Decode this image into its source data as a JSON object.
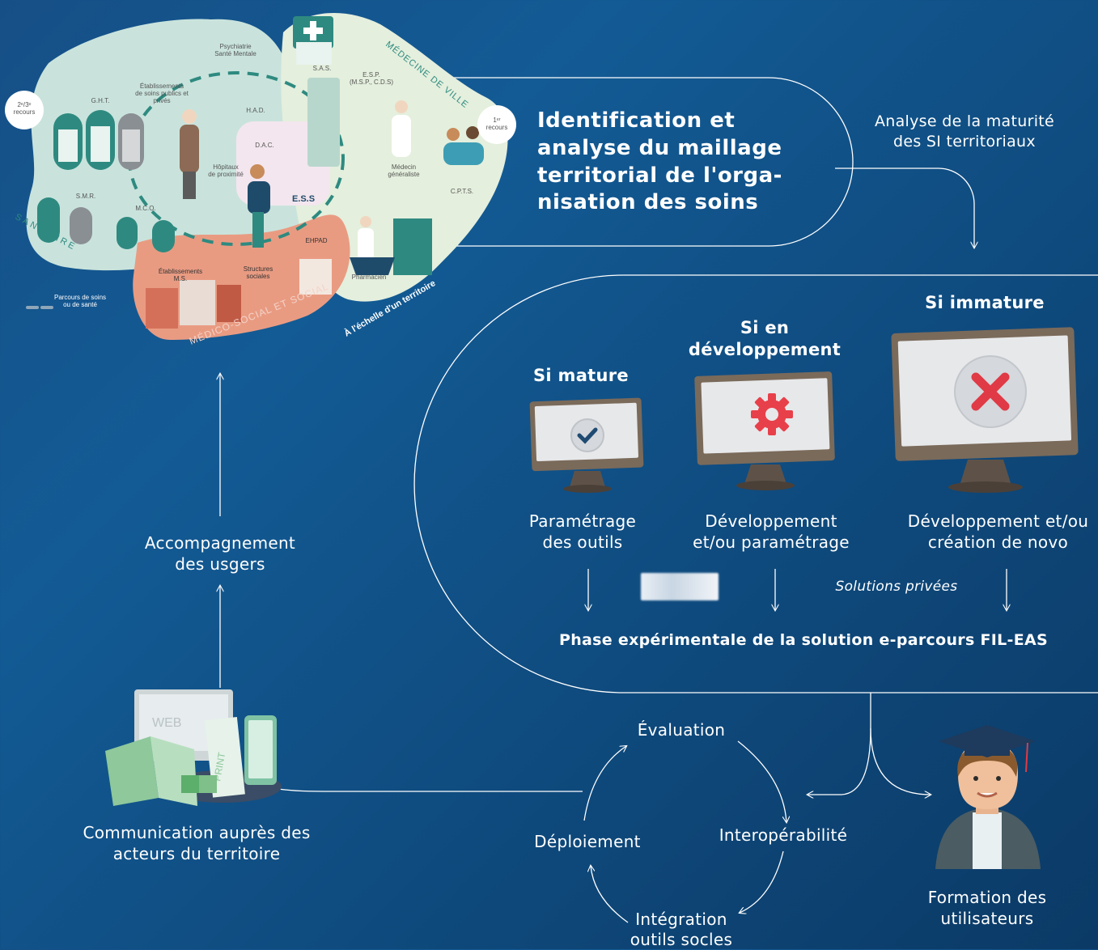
{
  "map": {
    "psychiatrie": "Psychiatrie\nSanté Mentale",
    "sas": "S.A.S.",
    "esp": "E.S.P.\n(M.S.P., C.D.S)",
    "etablissements": "Établissements\nde soins publics et\nprivés",
    "ght": "G.H.T.",
    "had": "H.A.D.",
    "recours23": "2ᵉ/3ᵉ\nrecours",
    "recours1": "1ᵉʳ\nrecours",
    "dac": "D.A.C.",
    "hopitaux": "Hôpitaux\nde proximité",
    "ess": "E.S.S",
    "medecin": "Médecin\ngénéraliste",
    "cpts": "C.P.T.S.",
    "smr": "S.M.R.",
    "mco": "M.C.O.",
    "ehpad": "EHPAD",
    "etab_ms": "Établissements\nM.S.",
    "structures": "Structures\nsociales",
    "pharmacien": "Pharmacien",
    "sanitaire": "SANITAIRE",
    "medecine_ville": "MÉDECINE DE VILLE",
    "medico_social": "MÉDICO-SOCIAL ET SOCIAL",
    "echelle": "À l'échelle d'un territoire",
    "parcours": "Parcours de soins\nou de santé"
  },
  "identification": "Identification et\nanalyse du maillage\nterritorial de l'orga-\nnisation des soins",
  "analyse": "Analyse de la maturité\ndes SI territoriaux",
  "branches": [
    {
      "heading": "Si mature",
      "desc": "Paramétrage\ndes outils",
      "icon": "check-icon"
    },
    {
      "heading": "Si en\ndéveloppement",
      "desc": "Développement\net/ou paramétrage",
      "icon": "gear-icon"
    },
    {
      "heading": "Si immature",
      "desc": "Développement et/ou\ncréation de novo",
      "icon": "cross-icon"
    }
  ],
  "solutions_privees": "Solutions privées",
  "phase": "Phase expérimentale de la solution e-parcours FIL-EAS",
  "cycle": {
    "evaluation": "Évaluation",
    "interoperabilite": "Interopérabilité",
    "integration": "Intégration\noutils socles",
    "deploiement": "Déploiement"
  },
  "accompagnement": "Accompagnement\ndes usgers",
  "communication": "Communication auprès des\nacteurs du territoire",
  "formation": "Formation des\nutilisateurs",
  "comm_illus": {
    "web": "WEB",
    "print": "PRINT"
  }
}
